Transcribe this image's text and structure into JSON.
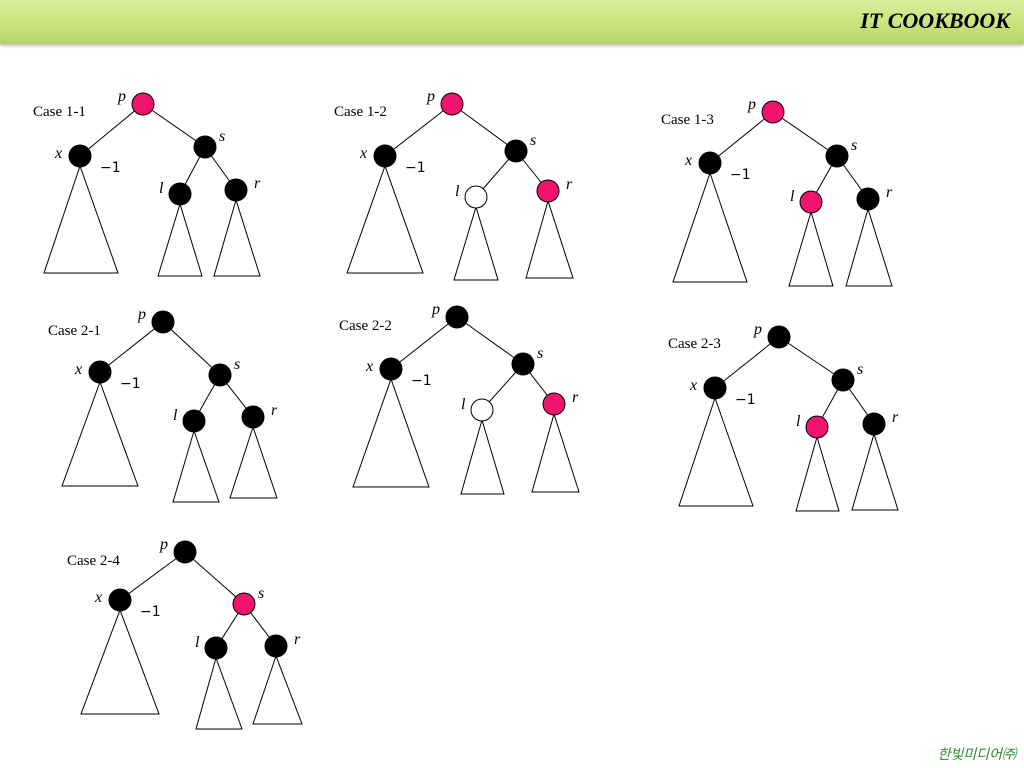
{
  "header": {
    "title": "IT COOKBOOK"
  },
  "footer": {
    "publisher": "한빛미디어㈜"
  },
  "colors": {
    "black_node": "#000000",
    "red_node": "#f0146e",
    "white_node": "#ffffff",
    "header_green": "#c8e27a",
    "footer_green": "#2e8b2e"
  },
  "node_labels": {
    "p": "p",
    "s": "s",
    "x": "x",
    "l": "l",
    "r": "r",
    "x_value": "−1"
  },
  "cases": [
    {
      "id": "case-1-1",
      "label": "Case 1-1",
      "colors": {
        "p": "red",
        "s": "black",
        "l": "black",
        "r": "black"
      }
    },
    {
      "id": "case-1-2",
      "label": "Case 1-2",
      "colors": {
        "p": "red",
        "s": "black",
        "l": "white",
        "r": "red"
      }
    },
    {
      "id": "case-1-3",
      "label": "Case 1-3",
      "colors": {
        "p": "red",
        "s": "black",
        "l": "red",
        "r": "black"
      }
    },
    {
      "id": "case-2-1",
      "label": "Case 2-1",
      "colors": {
        "p": "black",
        "s": "black",
        "l": "black",
        "r": "black"
      }
    },
    {
      "id": "case-2-2",
      "label": "Case 2-2",
      "colors": {
        "p": "black",
        "s": "black",
        "l": "white",
        "r": "red"
      }
    },
    {
      "id": "case-2-3",
      "label": "Case 2-3",
      "colors": {
        "p": "black",
        "s": "black",
        "l": "red",
        "r": "black"
      }
    },
    {
      "id": "case-2-4",
      "label": "Case 2-4",
      "colors": {
        "p": "black",
        "s": "red",
        "l": "black",
        "r": "black"
      }
    }
  ]
}
